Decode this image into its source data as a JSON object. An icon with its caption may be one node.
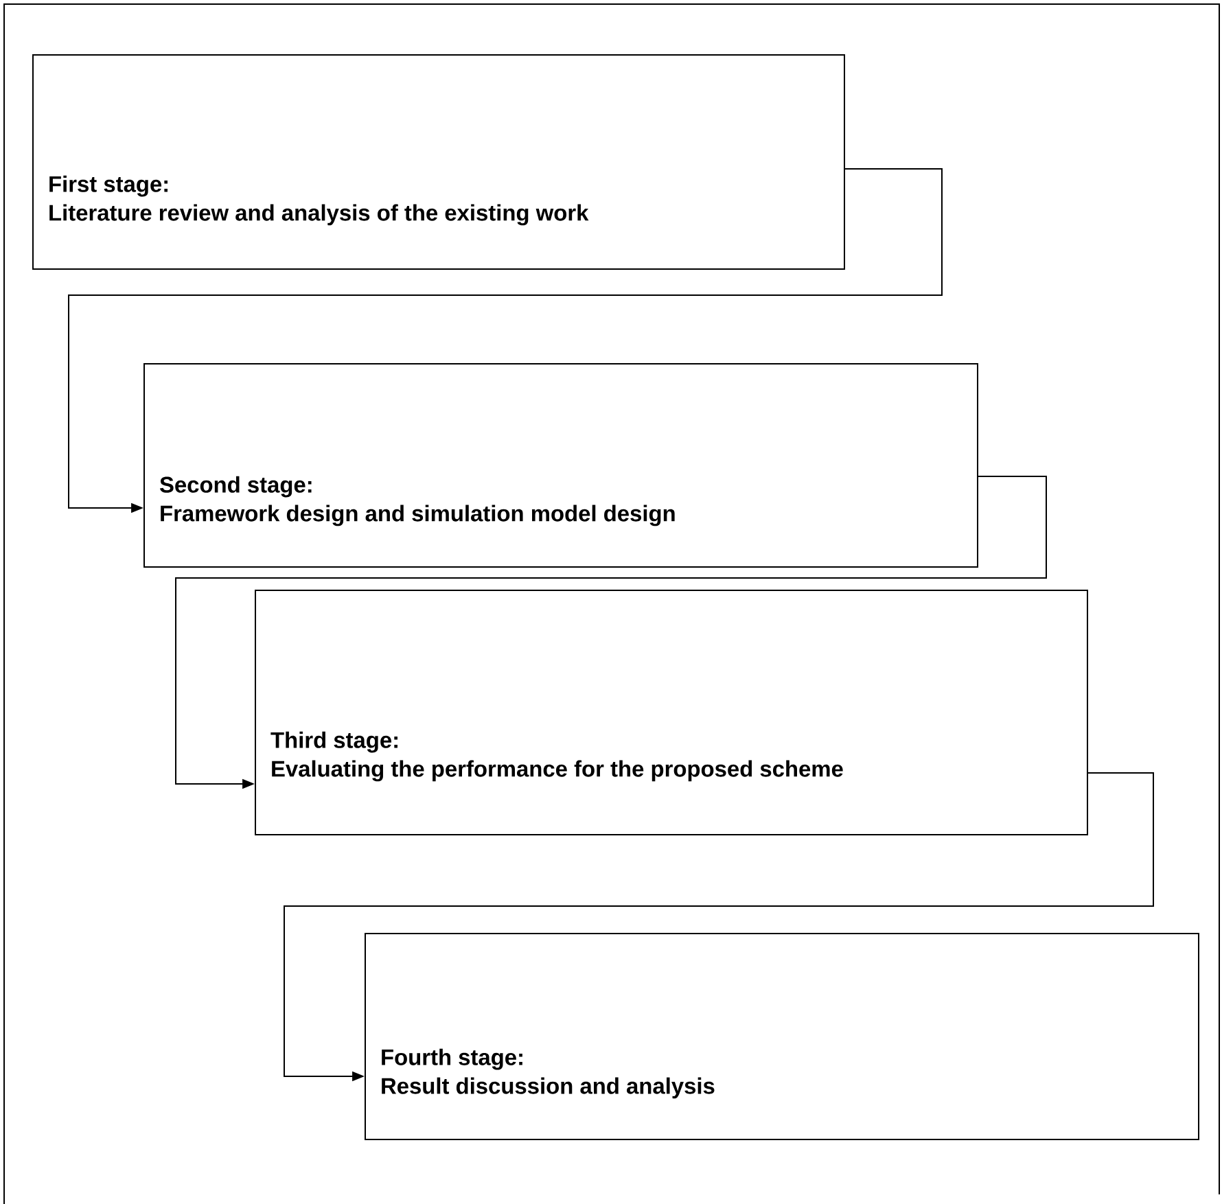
{
  "diagram": {
    "nodes": [
      {
        "text": [
          "First stage:",
          "Literature review and analysis of the existing work"
        ]
      },
      {
        "text": [
          "Second stage:",
          "Framework design and simulation model design"
        ]
      },
      {
        "text": [
          "Third stage:",
          "Evaluating the performance for the proposed scheme"
        ]
      },
      {
        "text": [
          "Fourth stage:",
          "Result discussion and analysis"
        ]
      }
    ],
    "edges": [
      {
        "from": 0,
        "to": 1,
        "arrow": "to"
      },
      {
        "from": 1,
        "to": 2,
        "arrow": "to"
      },
      {
        "from": 2,
        "to": 3,
        "arrow": "to"
      }
    ]
  }
}
